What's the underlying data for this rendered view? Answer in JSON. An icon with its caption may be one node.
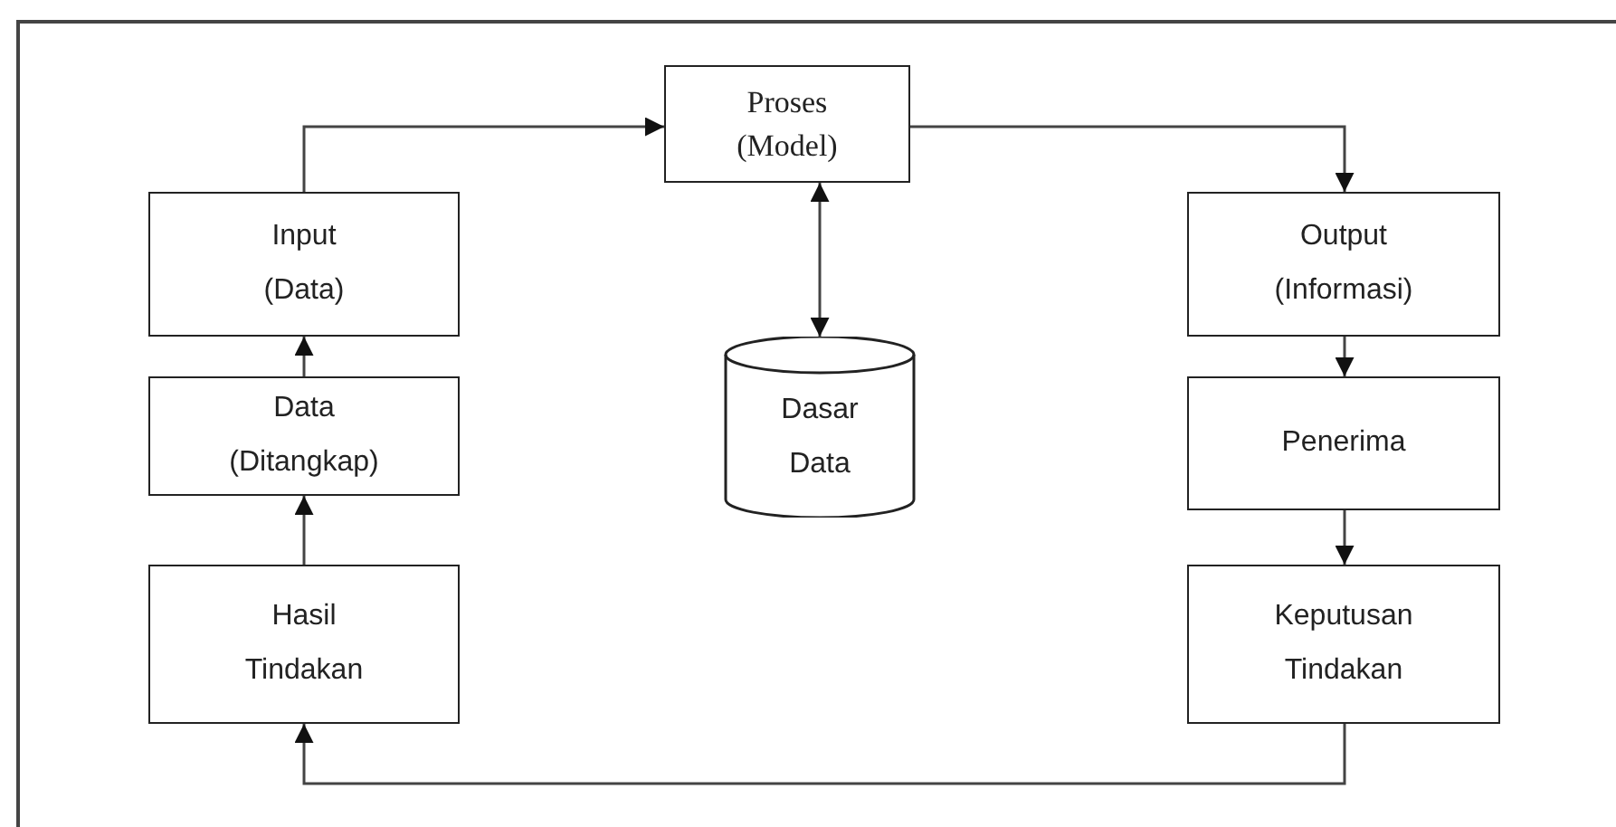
{
  "diagram": {
    "nodes": [
      {
        "text": [
          "Proses (Model)"
        ]
      },
      {
        "text": [
          "Input (Data)"
        ]
      },
      {
        "text": [
          "Data (Ditangkap)"
        ]
      },
      {
        "text": [
          "Hasil Tindakan"
        ]
      },
      {
        "text": [
          "Dasar Data"
        ]
      },
      {
        "text": [
          "Output (Informasi)"
        ]
      },
      {
        "text": [
          "Penerima"
        ]
      },
      {
        "text": [
          "Keputusan Tindakan"
        ]
      }
    ],
    "edges": [
      {
        "from": 1,
        "to": 0,
        "arrow": "to"
      },
      {
        "from": 0,
        "to": 5,
        "arrow": "to"
      },
      {
        "from": 0,
        "to": 4,
        "arrow": "both"
      },
      {
        "from": 5,
        "to": 6,
        "arrow": "to"
      },
      {
        "from": 6,
        "to": 7,
        "arrow": "to"
      },
      {
        "from": 3,
        "to": 2,
        "arrow": "to"
      },
      {
        "from": 2,
        "to": 1,
        "arrow": "to"
      },
      {
        "from": 7,
        "to": 3,
        "arrow": "to"
      }
    ]
  }
}
